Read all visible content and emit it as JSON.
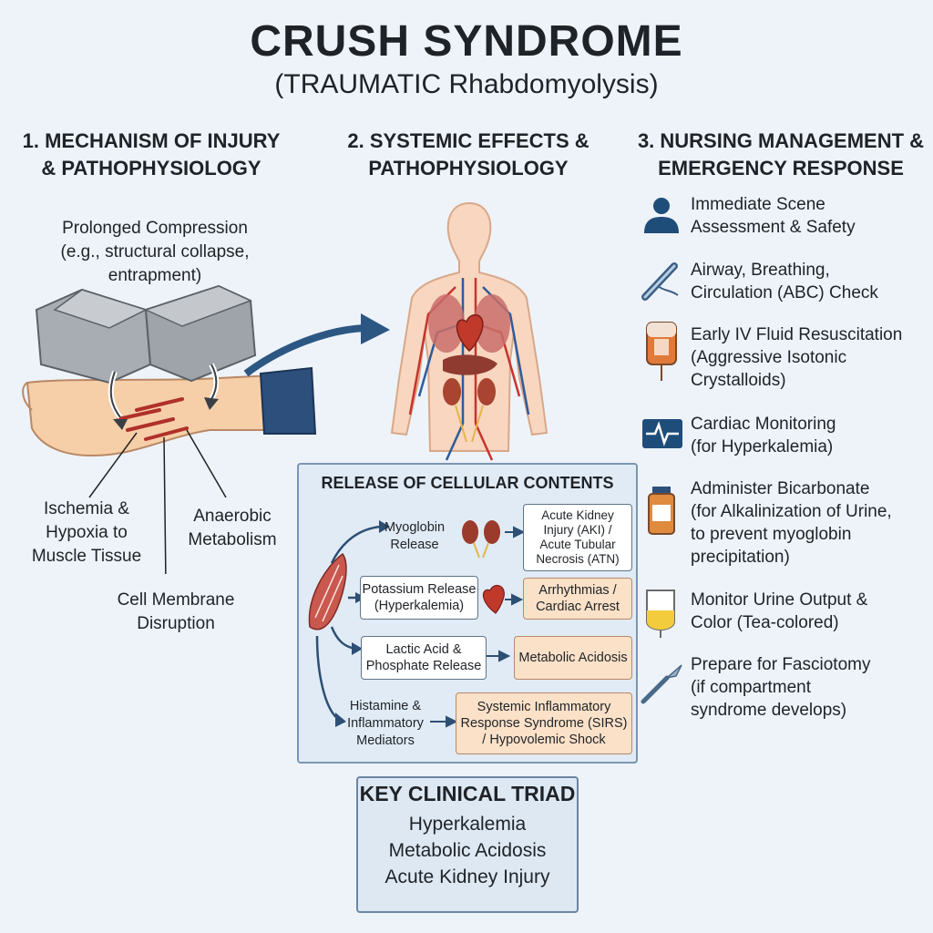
{
  "title": "CRUSH SYNDROME",
  "subtitle": "(TRAUMATIC Rhabdomyolysis)",
  "columns": [
    {
      "heading": [
        "1. MECHANISM OF INJURY",
        "& PATHOPHYSIOLOGY"
      ]
    },
    {
      "heading": [
        "2. SYSTEMIC EFFECTS &",
        "PATHOPHYSIOLOGY"
      ]
    },
    {
      "heading": [
        "3. NURSING MANAGEMENT &",
        "EMERGENCY RESPONSE"
      ]
    }
  ],
  "mechanism": {
    "compression": [
      "Prolonged Compression",
      "(e.g., structural collapse,",
      "entrapment)"
    ],
    "ischemia": [
      "Ischemia &",
      "Hypoxia to",
      "Muscle Tissue"
    ],
    "anaerobic": [
      "Anaerobic",
      "Metabolism"
    ],
    "membrane": [
      "Cell Membrane",
      "Disruption"
    ]
  },
  "release": {
    "title": "RELEASE OF CELLULAR CONTENTS",
    "myoglobin": [
      "Myoglobin",
      "Release"
    ],
    "aki": [
      "Acute Kidney",
      "Injury (AKI) /",
      "Acute Tubular",
      "Necrosis (ATN)"
    ],
    "potassium": [
      "Potassium Release",
      "(Hyperkalemia)"
    ],
    "arrhythmia": [
      "Arrhythmias /",
      "Cardiac Arrest"
    ],
    "lactic": [
      "Lactic Acid &",
      "Phosphate Release"
    ],
    "acidosis": "Metabolic Acidosis",
    "histamine": [
      "Histamine &",
      "Inflammatory",
      "Mediators"
    ],
    "sirs": [
      "Systemic Inflammatory",
      "Response Syndrome (SIRS)",
      "/ Hypovolemic Shock"
    ]
  },
  "triad": {
    "title": "KEY CLINICAL TRIAD",
    "items": [
      "Hyperkalemia",
      "Metabolic Acidosis",
      "Acute Kidney Injury"
    ]
  },
  "management": [
    {
      "icon": "person-icon",
      "lines": [
        "Immediate Scene",
        "Assessment & Safety"
      ]
    },
    {
      "icon": "airway-tube-icon",
      "lines": [
        "Airway, Breathing,",
        "Circulation (ABC) Check"
      ]
    },
    {
      "icon": "iv-bag-icon",
      "lines": [
        "Early IV Fluid Resuscitation",
        "(Aggressive Isotonic",
        "Crystalloids)"
      ]
    },
    {
      "icon": "cardiac-monitor-icon",
      "lines": [
        "Cardiac Monitoring",
        "(for Hyperkalemia)"
      ]
    },
    {
      "icon": "medicine-vial-icon",
      "lines": [
        "Administer Bicarbonate",
        "(for Alkalinization of Urine,",
        "to prevent myoglobin",
        "precipitation)"
      ]
    },
    {
      "icon": "urine-bag-icon",
      "lines": [
        "Monitor Urine Output &",
        "Color (Tea-colored)"
      ]
    },
    {
      "icon": "scalpel-icon",
      "lines": [
        "Prepare for Fasciotomy",
        "(if compartment",
        "syndrome develops)"
      ]
    }
  ],
  "colors": {
    "background": "#eef3f9",
    "release_panel": "#e1ebf5",
    "outcome_box": "#fbe1c8",
    "accent_blue": "#1f4d7a",
    "blood_red": "#c0392b"
  }
}
